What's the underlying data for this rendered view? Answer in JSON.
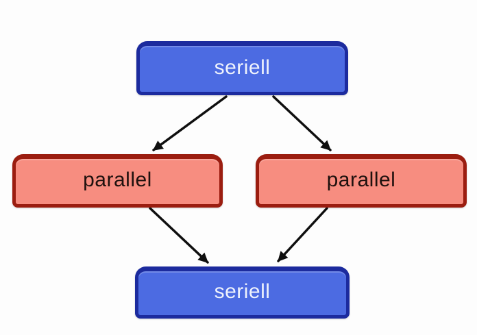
{
  "diagram": {
    "nodes": [
      {
        "id": "seriell-top",
        "label": "seriell",
        "type": "serial"
      },
      {
        "id": "parallel-left",
        "label": "parallel",
        "type": "parallel"
      },
      {
        "id": "parallel-right",
        "label": "parallel",
        "type": "parallel"
      },
      {
        "id": "seriell-bottom",
        "label": "seriell",
        "type": "serial"
      }
    ],
    "edges": [
      {
        "from": "seriell-top",
        "to": "parallel-left"
      },
      {
        "from": "seriell-top",
        "to": "parallel-right"
      },
      {
        "from": "parallel-left",
        "to": "seriell-bottom"
      },
      {
        "from": "parallel-right",
        "to": "seriell-bottom"
      }
    ]
  },
  "colors": {
    "serial_fill": "#4c6be2",
    "serial_border": "#1c2b9e",
    "serial_text": "#eef2fc",
    "parallel_fill": "#f78d80",
    "parallel_border": "#9b1d10",
    "parallel_text": "#1f110e",
    "arrow": "#0f0f0f",
    "background": "#fdfdfd"
  }
}
